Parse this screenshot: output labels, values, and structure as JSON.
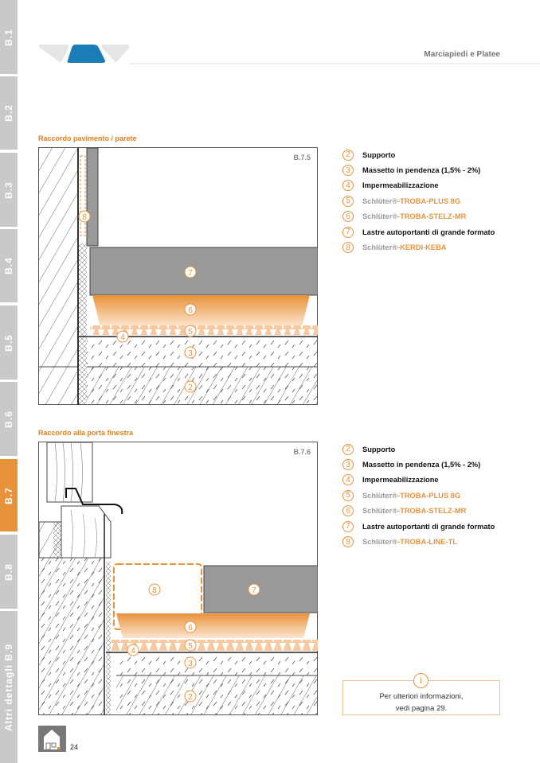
{
  "sidebar": {
    "tabs": [
      {
        "label": "B.1",
        "active": false
      },
      {
        "label": "B.2",
        "active": false
      },
      {
        "label": "B.3",
        "active": false
      },
      {
        "label": "B.4",
        "active": false
      },
      {
        "label": "B.5",
        "active": false
      },
      {
        "label": "B.6",
        "active": false
      },
      {
        "label": "B.7",
        "active": true
      },
      {
        "label": "B.8",
        "active": false
      },
      {
        "label": "Altri dettagli  B.9",
        "active": false
      }
    ]
  },
  "header": {
    "title": "Marciapiedi e Platee"
  },
  "sections": [
    {
      "title": "Raccordo pavimento / parete",
      "code": "B.7.5",
      "legend": [
        {
          "num": "2",
          "text": "Supporto"
        },
        {
          "num": "3",
          "text": "Massetto in pendenza (1,5% - 2%)"
        },
        {
          "num": "4",
          "text": "Impermeabilizzazione"
        },
        {
          "num": "5",
          "brand": "Schlüter®",
          "product": "-TROBA-PLUS 8G"
        },
        {
          "num": "6",
          "brand": "Schlüter®",
          "product": "-TROBA-STELZ-MR"
        },
        {
          "num": "7",
          "text": "Lastre autoportanti di grande formato"
        },
        {
          "num": "8",
          "brand": "Schlüter®",
          "product": "-KERDI-KEBA"
        }
      ]
    },
    {
      "title": "Raccordo alla porta finestra",
      "code": "B.7.6",
      "legend": [
        {
          "num": "2",
          "text": "Supporto"
        },
        {
          "num": "3",
          "text": "Massetto in pendenza (1,5% - 2%)"
        },
        {
          "num": "4",
          "text": "Impermeabilizzazione"
        },
        {
          "num": "5",
          "brand": "Schlüter®",
          "product": "-TROBA-PLUS 8G"
        },
        {
          "num": "6",
          "brand": "Schlüter®",
          "product": "-TROBA-STELZ-MR"
        },
        {
          "num": "7",
          "text": "Lastre autoportanti di grande formato"
        },
        {
          "num": "8",
          "brand": "Schlüter®",
          "product": "-TROBA-LINE-TL"
        }
      ]
    }
  ],
  "info": {
    "icon": "i",
    "line1": "Per ulteriori informazioni,",
    "line2": "vedi pagina 29."
  },
  "footer": {
    "page": "24"
  },
  "colors": {
    "accent": "#e8923a",
    "tab": "#c9c9c9",
    "blue": "#1a7db8"
  }
}
